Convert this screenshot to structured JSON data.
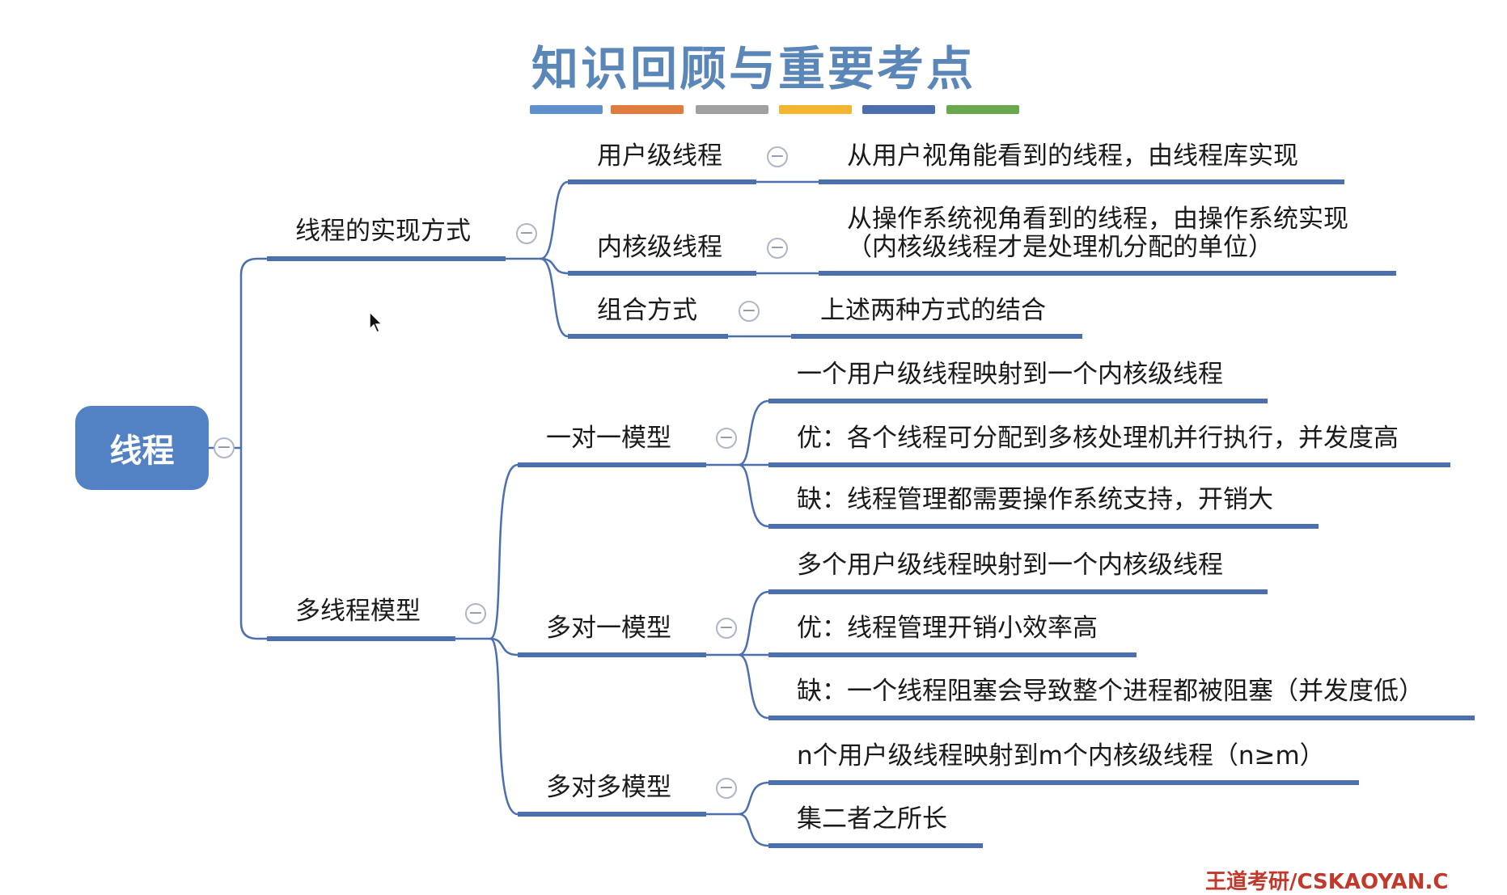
{
  "title": "知识回顾与重要考点",
  "colors": {
    "title": "#5b86b8",
    "line": "#4c6fae",
    "root_fill": "#5282c4",
    "bars": [
      "#5f8fcc",
      "#e07c3e",
      "#a0a0a0",
      "#f2b630",
      "#4c6eaa",
      "#6aa84f"
    ]
  },
  "root": {
    "label": "线程"
  },
  "branches": {
    "impl": {
      "label": "线程的实现方式",
      "children": [
        {
          "label": "用户级线程",
          "detail": [
            "从用户视角能看到的线程，由线程库实现"
          ]
        },
        {
          "label": "内核级线程",
          "detail": [
            "从操作系统视角看到的线程，由操作系统实现",
            "（内核级线程才是处理机分配的单位）"
          ]
        },
        {
          "label": "组合方式",
          "detail": [
            "上述两种方式的结合"
          ]
        }
      ]
    },
    "model": {
      "label": "多线程模型",
      "children": [
        {
          "label": "一对一模型",
          "items": [
            "一个用户级线程映射到一个内核级线程",
            "优：各个线程可分配到多核处理机并行执行，并发度高",
            "缺：线程管理都需要操作系统支持，开销大"
          ]
        },
        {
          "label": "多对一模型",
          "items": [
            "多个用户级线程映射到一个内核级线程",
            "优：线程管理开销小效率高",
            "缺：一个线程阻塞会导致整个进程都被阻塞（并发度低）"
          ]
        },
        {
          "label": "多对多模型",
          "items": [
            "n个用户级线程映射到m个内核级线程（n≥m）",
            "集二者之所长"
          ]
        }
      ]
    }
  },
  "toggle_symbol": "−",
  "footer": "王道考研/CSKAOYAN.C"
}
